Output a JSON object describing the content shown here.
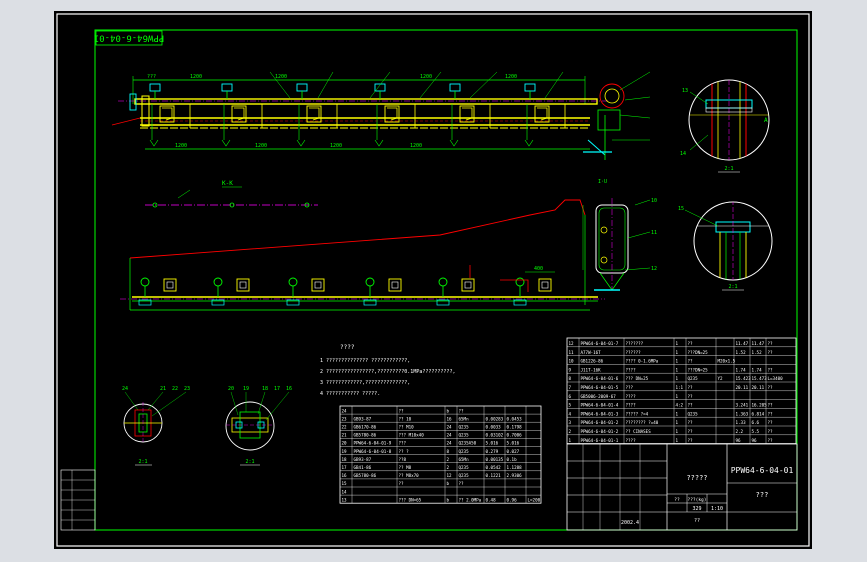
{
  "colors": {
    "background": "#000000",
    "frame": "#ffffff",
    "border": "#00ff00",
    "part_yellow": "#ffff00",
    "part_red": "#ff0000",
    "part_cyan": "#00ffff",
    "centerline": "#ff00ff",
    "label_blue": "#4d6cff",
    "text_white": "#ffffff",
    "mat_gray": "#dcdfe4"
  },
  "drawing_code_rotated": "PPW64-6-04-01",
  "section_label": "K-K",
  "detail_ref": "A",
  "view_a_ref": "I·U",
  "notes": {
    "title": "????",
    "items": [
      "1  ?????????????? ????????????,",
      "2  ????????????????,?????????0.1MPa??????????,",
      "3  ????????????,??????????????,",
      "4  ??????????? ?????."
    ]
  },
  "detail_labels": {
    "left_numbers": [
      "24",
      "21",
      "22",
      "23"
    ],
    "right_numbers": [
      "20",
      "19",
      "18",
      "17",
      "16"
    ],
    "left_scale": "2:1",
    "right_scale": "2:1",
    "right_detail_scale": "2:1",
    "right_detail_top": "13",
    "right_detail_bottom": "14",
    "right_detail_mid": "15"
  },
  "bom_upper": [
    [
      "12",
      "PPW64-6-04-01-7",
      "???????",
      "1",
      "??",
      "",
      "11.47",
      "11.47",
      "??"
    ],
    [
      "11",
      "A77W-16T",
      "??????",
      "1",
      "???DN=25",
      "",
      "1.52",
      "1.52",
      "??"
    ],
    [
      "10",
      "GB1226-86",
      "???? 0-1.6MPa",
      "1",
      "??",
      "M20x1.5",
      "",
      "",
      ""
    ],
    [
      "9",
      "J11T-16K",
      "????",
      "1",
      "???DN=25",
      "",
      "1.74",
      "1.74",
      "??"
    ],
    [
      "8",
      "PPW64-6-04-01-6",
      "??? DN=25",
      "1",
      "Q235",
      "Y2",
      "15.423",
      "15.473",
      "L=3400"
    ],
    [
      "7",
      "PPW64-6-04-01-5",
      "???",
      "1:1",
      "??",
      "",
      "20.11",
      "20.11",
      "??"
    ],
    [
      "6",
      "GB5006-2009-67",
      "????",
      "1",
      "??",
      "",
      "",
      "",
      ""
    ],
    [
      "5",
      "PPW64-6-04-01-4",
      "????",
      "4:2",
      "??",
      "",
      "3.241",
      "16.205",
      "??"
    ],
    [
      "4",
      "PPW64-6-04-01-3",
      "????? ?=4",
      "1",
      "Q235",
      "",
      "1.363",
      "6.814",
      "??"
    ],
    [
      "3",
      "PPW64-6-04-01-2",
      "???????? ?=40",
      "1",
      "??",
      "",
      "1.33",
      "6.6",
      "??"
    ],
    [
      "2",
      "PPW64-6-04-01-2",
      "?? CINASES",
      "1",
      "??",
      "",
      "2.2",
      "5.5",
      "??"
    ],
    [
      "1",
      "PPW64-6-04-01-1",
      "????",
      "1",
      "??",
      "",
      "96",
      "96",
      "??"
    ]
  ],
  "bom_lower": [
    [
      "24",
      "",
      "??",
      "b",
      "??",
      "",
      "",
      "",
      ""
    ],
    [
      "23",
      "GB93-87",
      "?? 10",
      "16",
      "65Mn",
      "0.00283",
      "0.0453",
      ""
    ],
    [
      "22",
      "GB6170-86",
      "?? M10",
      "24",
      "Q235",
      "0.0033",
      "0.1798",
      ""
    ],
    [
      "21",
      "GB5780-86",
      "??? M10x40",
      "24",
      "Q235",
      "0.03102",
      "0.7006",
      ""
    ],
    [
      "20",
      "PPW64-6-04-01-9",
      "???",
      "24",
      "Q235A50",
      "5.016",
      "5.016",
      ""
    ],
    [
      "19",
      "PPW64-6-04-01-8",
      "?? ?",
      "8",
      "Q235",
      "0.279",
      "0.027",
      ""
    ],
    [
      "18",
      "GB93-87",
      "??8",
      "2",
      "65Mn",
      "0.00135",
      "0.1b",
      ""
    ],
    [
      "17",
      "GB41-86",
      "?? M8",
      "2",
      "Q235",
      "0.0542",
      "1.1288",
      ""
    ],
    [
      "16",
      "GB5780-86",
      "?? M8x70",
      "12",
      "Q235",
      "0.1221",
      "2.9306",
      ""
    ],
    [
      "15",
      "",
      "??",
      "b",
      "??",
      "",
      "",
      ""
    ],
    [
      "14",
      "",
      "",
      "",
      "",
      "",
      "",
      ""
    ],
    [
      "13",
      "",
      "??? DN=65",
      "b",
      "?? 2.0MPa",
      "0.48",
      "0.96",
      "L=200"
    ]
  ],
  "title_block": {
    "product": "?????",
    "drawing_no": "PPW64-6-04-01",
    "name": "???",
    "scale_header": "??",
    "weight_header": "???(kg)",
    "scale": "1:10",
    "weight": "329",
    "sheets": "??",
    "date": "2002.4"
  },
  "dimensions": [
    "???",
    "1200",
    "1200",
    "1200",
    "1200",
    "400"
  ]
}
